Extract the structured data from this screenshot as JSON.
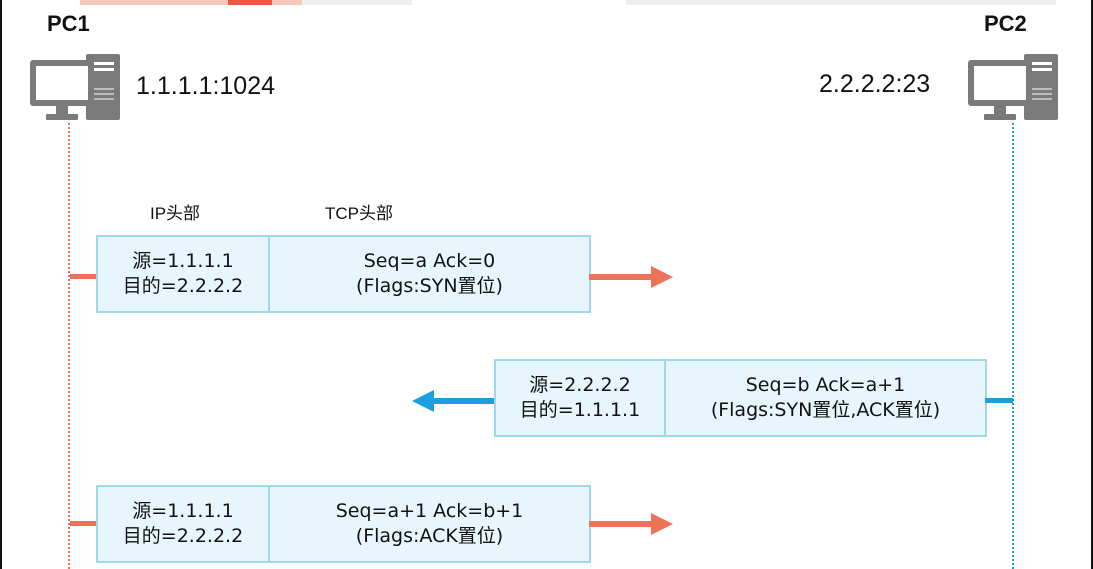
{
  "colors": {
    "pc1_accent": "#ee7259",
    "pc2_accent": "#1aa0e0",
    "packet_fill": "#e6f6fc",
    "packet_border": "#9fd7ec",
    "icon_gray": "#7a7a7a"
  },
  "hosts": {
    "pc1": {
      "name": "PC1",
      "address": "1.1.1.1:1024",
      "icon": "computer-icon"
    },
    "pc2": {
      "name": "PC2",
      "address": "2.2.2.2:23",
      "icon": "computer-icon"
    }
  },
  "header_labels": {
    "ip": "IP头部",
    "tcp": "TCP头部"
  },
  "packets": [
    {
      "direction": "PC1 → PC2",
      "ip": {
        "src": "源=1.1.1.1",
        "dst": "目的=2.2.2.2"
      },
      "tcp": {
        "seq_ack": "Seq=a  Ack=0",
        "flags": "(Flags:SYN置位)"
      }
    },
    {
      "direction": "PC2 → PC1",
      "ip": {
        "src": "源=2.2.2.2",
        "dst": "目的=1.1.1.1"
      },
      "tcp": {
        "seq_ack": "Seq=b Ack=a+1",
        "flags": "(Flags:SYN置位,ACK置位)"
      }
    },
    {
      "direction": "PC1 → PC2",
      "ip": {
        "src": "源=1.1.1.1",
        "dst": "目的=2.2.2.2"
      },
      "tcp": {
        "seq_ack": "Seq=a+1  Ack=b+1",
        "flags": "(Flags:ACK置位)"
      }
    }
  ]
}
